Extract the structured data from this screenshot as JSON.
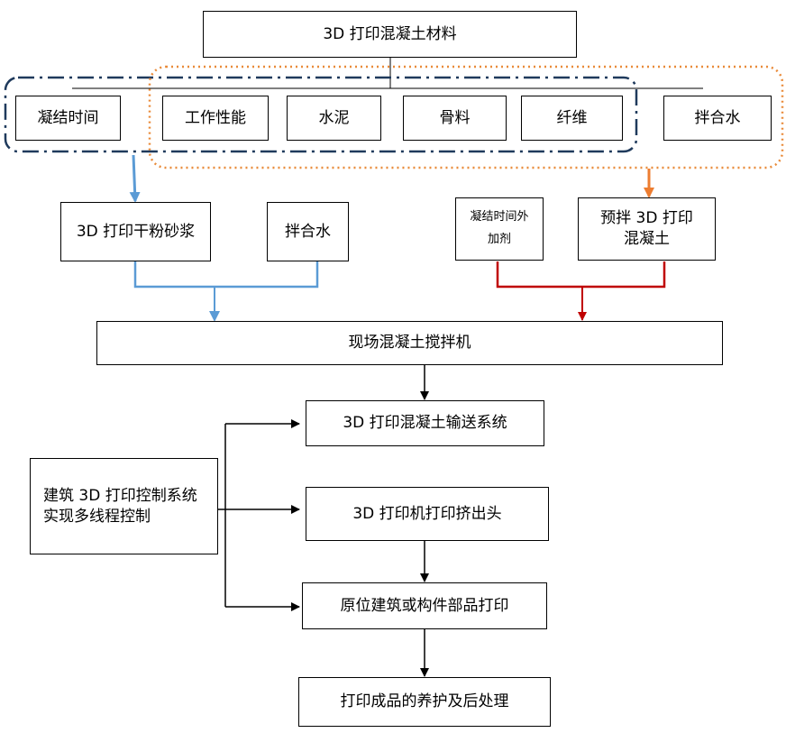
{
  "nodes": {
    "root": "3D 打印混凝土材料",
    "setting_time": "凝结时间",
    "workability": "工作性能",
    "cement": "水泥",
    "aggregate": "骨料",
    "fiber": "纤维",
    "mixing_water_top": "拌合水",
    "dry_mortar": "3D 打印干粉砂浆",
    "mixing_water_mid": "拌合水",
    "admixture": "凝结时间外加剂",
    "premix": "预拌 3D 打印混凝土",
    "onsite_mixer": "现场混凝土搅拌机",
    "conveying": "3D 打印混凝土输送系统",
    "extruder": "3D 打印机打印挤出头",
    "insitu_printing": "原位建筑或构件部品打印",
    "curing": "打印成品的养护及后处理",
    "control_system": "建筑 3D 打印控制系统实现多线程控制"
  },
  "colors": {
    "navy_dashdot": "#1f3a5c",
    "orange_dotted": "#e98b3a",
    "blue_arrow": "#5b9bd5",
    "orange_arrow": "#ed7d31",
    "red_line": "#c00000",
    "black_line": "#000000"
  }
}
